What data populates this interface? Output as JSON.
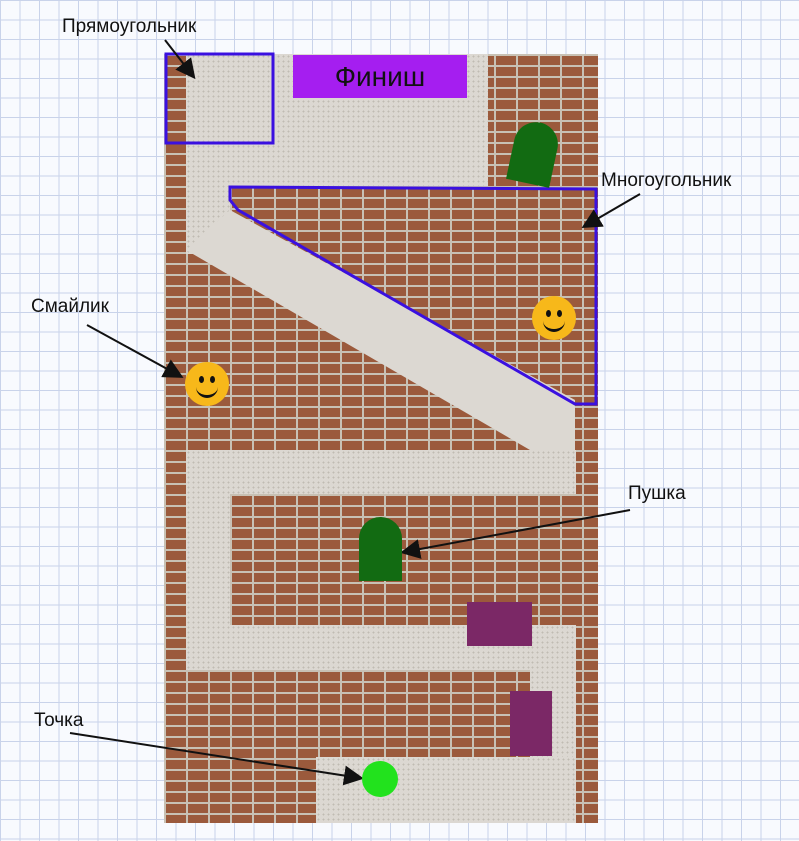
{
  "labels": {
    "rectangle": "Прямоугольник",
    "polygon": "Многоугольник",
    "smiley": "Смайлик",
    "cannon": "Пушка",
    "point": "Точка"
  },
  "finish": {
    "label": "Финиш",
    "color": "#a51ef0"
  },
  "colors": {
    "outline": "#3a10e0",
    "cannon": "#126b12",
    "block": "#7b2866",
    "point": "#22e21d",
    "smiley": "#f7b81a"
  }
}
